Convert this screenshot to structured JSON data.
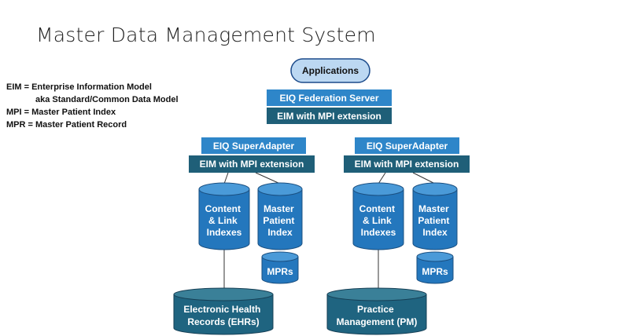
{
  "title": "Master Data Management System",
  "legend": [
    "EIM = Enterprise Information Model",
    "aka Standard/Common Data Model",
    "MPI = Master Patient Index",
    "MPR = Master Patient Record"
  ],
  "nodes": {
    "applications": "Applications",
    "federation_server": "EIQ Federation Server",
    "federation_eim": "EIM with MPI extension",
    "left": {
      "superadapter": "EIQ SuperAdapter",
      "eim": "EIM with MPI extension",
      "content_index": [
        "Content",
        "& Link",
        "Indexes"
      ],
      "master_index": [
        "Master",
        "Patient",
        "Index"
      ],
      "mprs": "MPRs",
      "source": [
        "Electronic Health",
        "Records (EHRs)"
      ]
    },
    "right": {
      "superadapter": "EIQ SuperAdapter",
      "eim": "EIM with MPI extension",
      "content_index": [
        "Content",
        "& Link",
        "Indexes"
      ],
      "master_index": [
        "Master",
        "Patient",
        "Index"
      ],
      "mprs": "MPRs",
      "source": [
        "Practice",
        "Management (PM)"
      ]
    }
  },
  "colors": {
    "light_box": "#2e86c9",
    "dark_box": "#1f5f78",
    "cylinder": "#2477bd",
    "cylinder_top": "#4a9ad8",
    "source_cylinder": "#1f6480",
    "source_top": "#3a8098",
    "applications_fill": "#bcd8f2",
    "applications_stroke": "#1b4a8a"
  }
}
